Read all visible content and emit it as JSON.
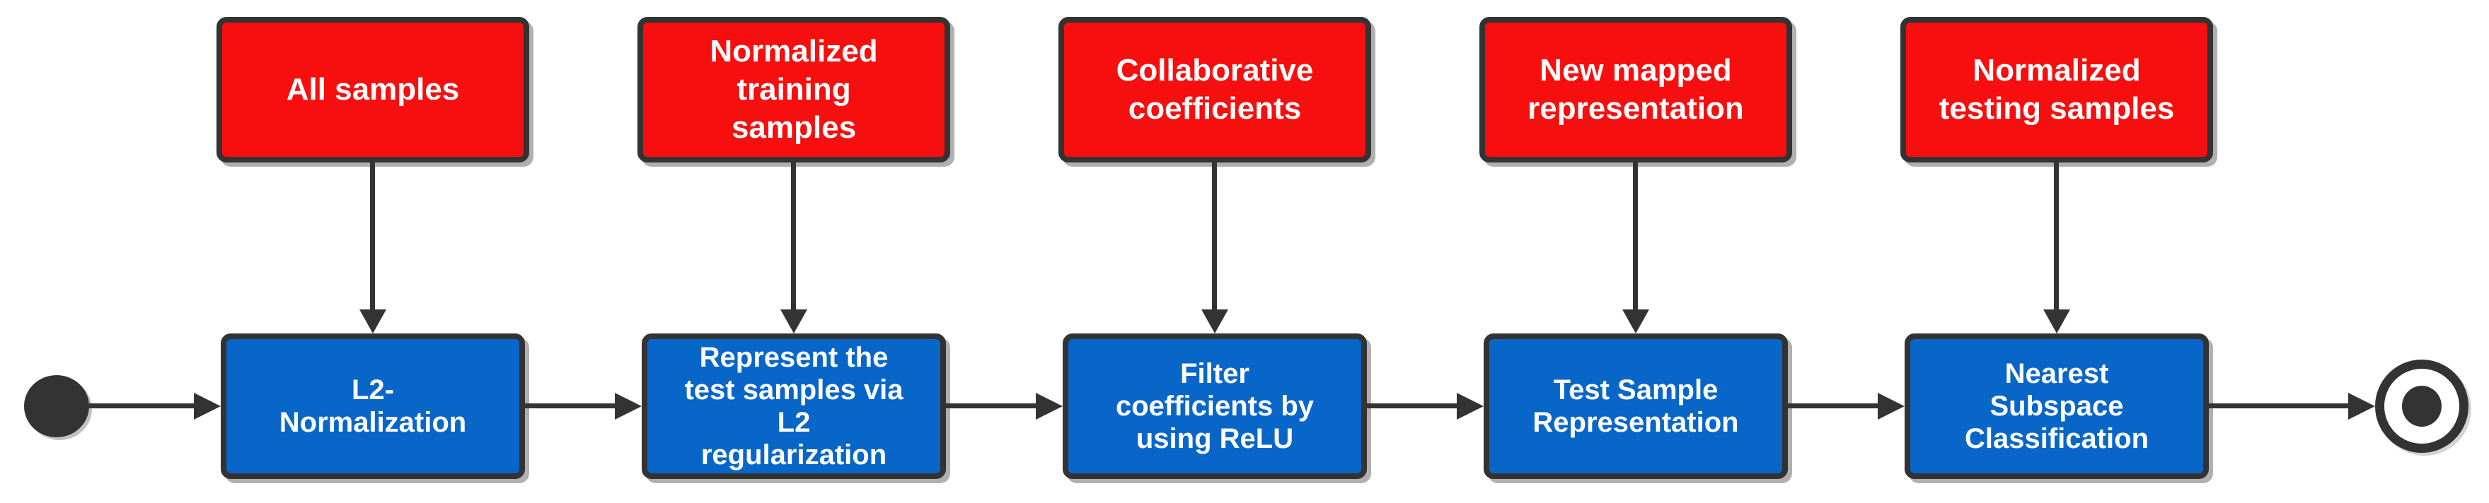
{
  "colors": {
    "input-box": "#f70e0e",
    "process-box": "#0866c8",
    "stroke": "#333333",
    "text": "#ffffff",
    "background": "#ffffff"
  },
  "diagram": {
    "type": "activity-flowchart",
    "start_node": "initial-node",
    "end_node": "final-node",
    "columns": [
      {
        "input": "All samples",
        "process": "L2-\nNormalization"
      },
      {
        "input": "Normalized\ntraining\nsamples",
        "process": "Represent the\ntest samples via\nL2\nregularization"
      },
      {
        "input": "Collaborative\ncoefficients",
        "process": "Filter\ncoefficients by\nusing ReLU"
      },
      {
        "input": "New mapped\nrepresentation",
        "process": "Test Sample\nRepresentation"
      },
      {
        "input": "Normalized\ntesting samples",
        "process": "Nearest\nSubspace\nClassification"
      }
    ]
  }
}
